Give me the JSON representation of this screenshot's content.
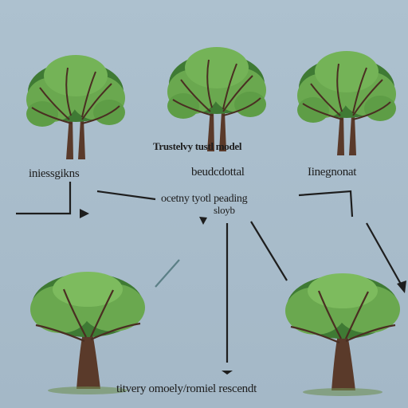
{
  "labels": {
    "top_center": "Trustelvy tustl model",
    "left": "iniessgikns",
    "center": "beudcdottal",
    "right": "Iinegnonat",
    "hub_line1": "ocetny tyotl peading",
    "hub_line2": "sloyb",
    "bottom": "titvery omoely/romiel rescendt"
  },
  "colors": {
    "background": "#a8bccb",
    "foliage": "#6aa84f",
    "foliage_dark": "#3f7a34",
    "trunk": "#5a3a2a",
    "arrow": "#1e1e1e"
  }
}
